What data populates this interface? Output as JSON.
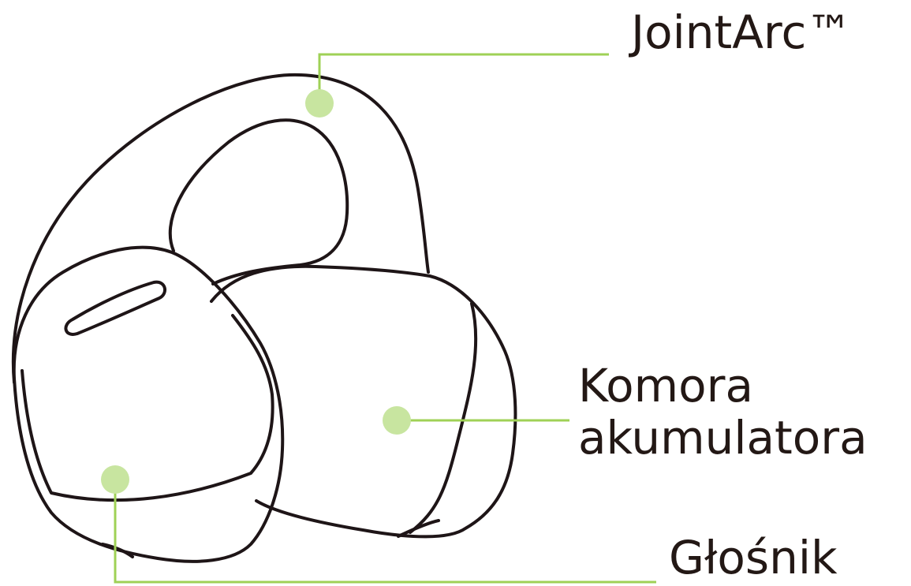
{
  "labels": {
    "jointarc": "JointArc™",
    "battery_line1": "Komora",
    "battery_line2": "akumulatora",
    "speaker": "Głośnik"
  },
  "colors": {
    "callout_line": "#9fd156",
    "callout_dot": "#c8e5a0",
    "outline": "#1e1517",
    "text": "#231815",
    "background": "#ffffff"
  }
}
